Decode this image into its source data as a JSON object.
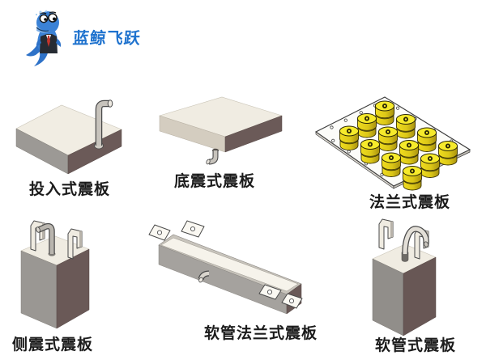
{
  "logo": {
    "brand_text": "蓝鲸飞跃",
    "brand_color": "#1E72CE",
    "mascot": "blue-whale-in-suit"
  },
  "products": [
    {
      "label": "投入式震板",
      "shape": "isometric-box-with-vertical-pipe"
    },
    {
      "label": "底震式震板",
      "shape": "flat-slab-with-bottom-elbow"
    },
    {
      "label": "法兰式震板",
      "shape": "flange-plate-with-12-yellow-knobs"
    },
    {
      "label": "侧震式震板",
      "shape": "upright-box-with-hooks-and-bent-pipe"
    },
    {
      "label": "软管法兰式震板",
      "shape": "long-channel-with-corner-tabs-and-elbow"
    },
    {
      "label": "软管式震板",
      "shape": "upright-box-with-hooks-and-hose-arc"
    }
  ],
  "colors": {
    "background": "#FFFFFF",
    "label_text": "#1B1B1B",
    "top_face_cream": "#F0ECE2",
    "side_gray": "#9A9793",
    "side_dark_taupe": "#6A5957",
    "front_beige": "#D4CDC0",
    "knob_yellow": "#F6EA2B",
    "knob_gold": "#D9C417",
    "plate_white": "#FCFCF9",
    "pipe_gray": "#C7C3BC"
  }
}
